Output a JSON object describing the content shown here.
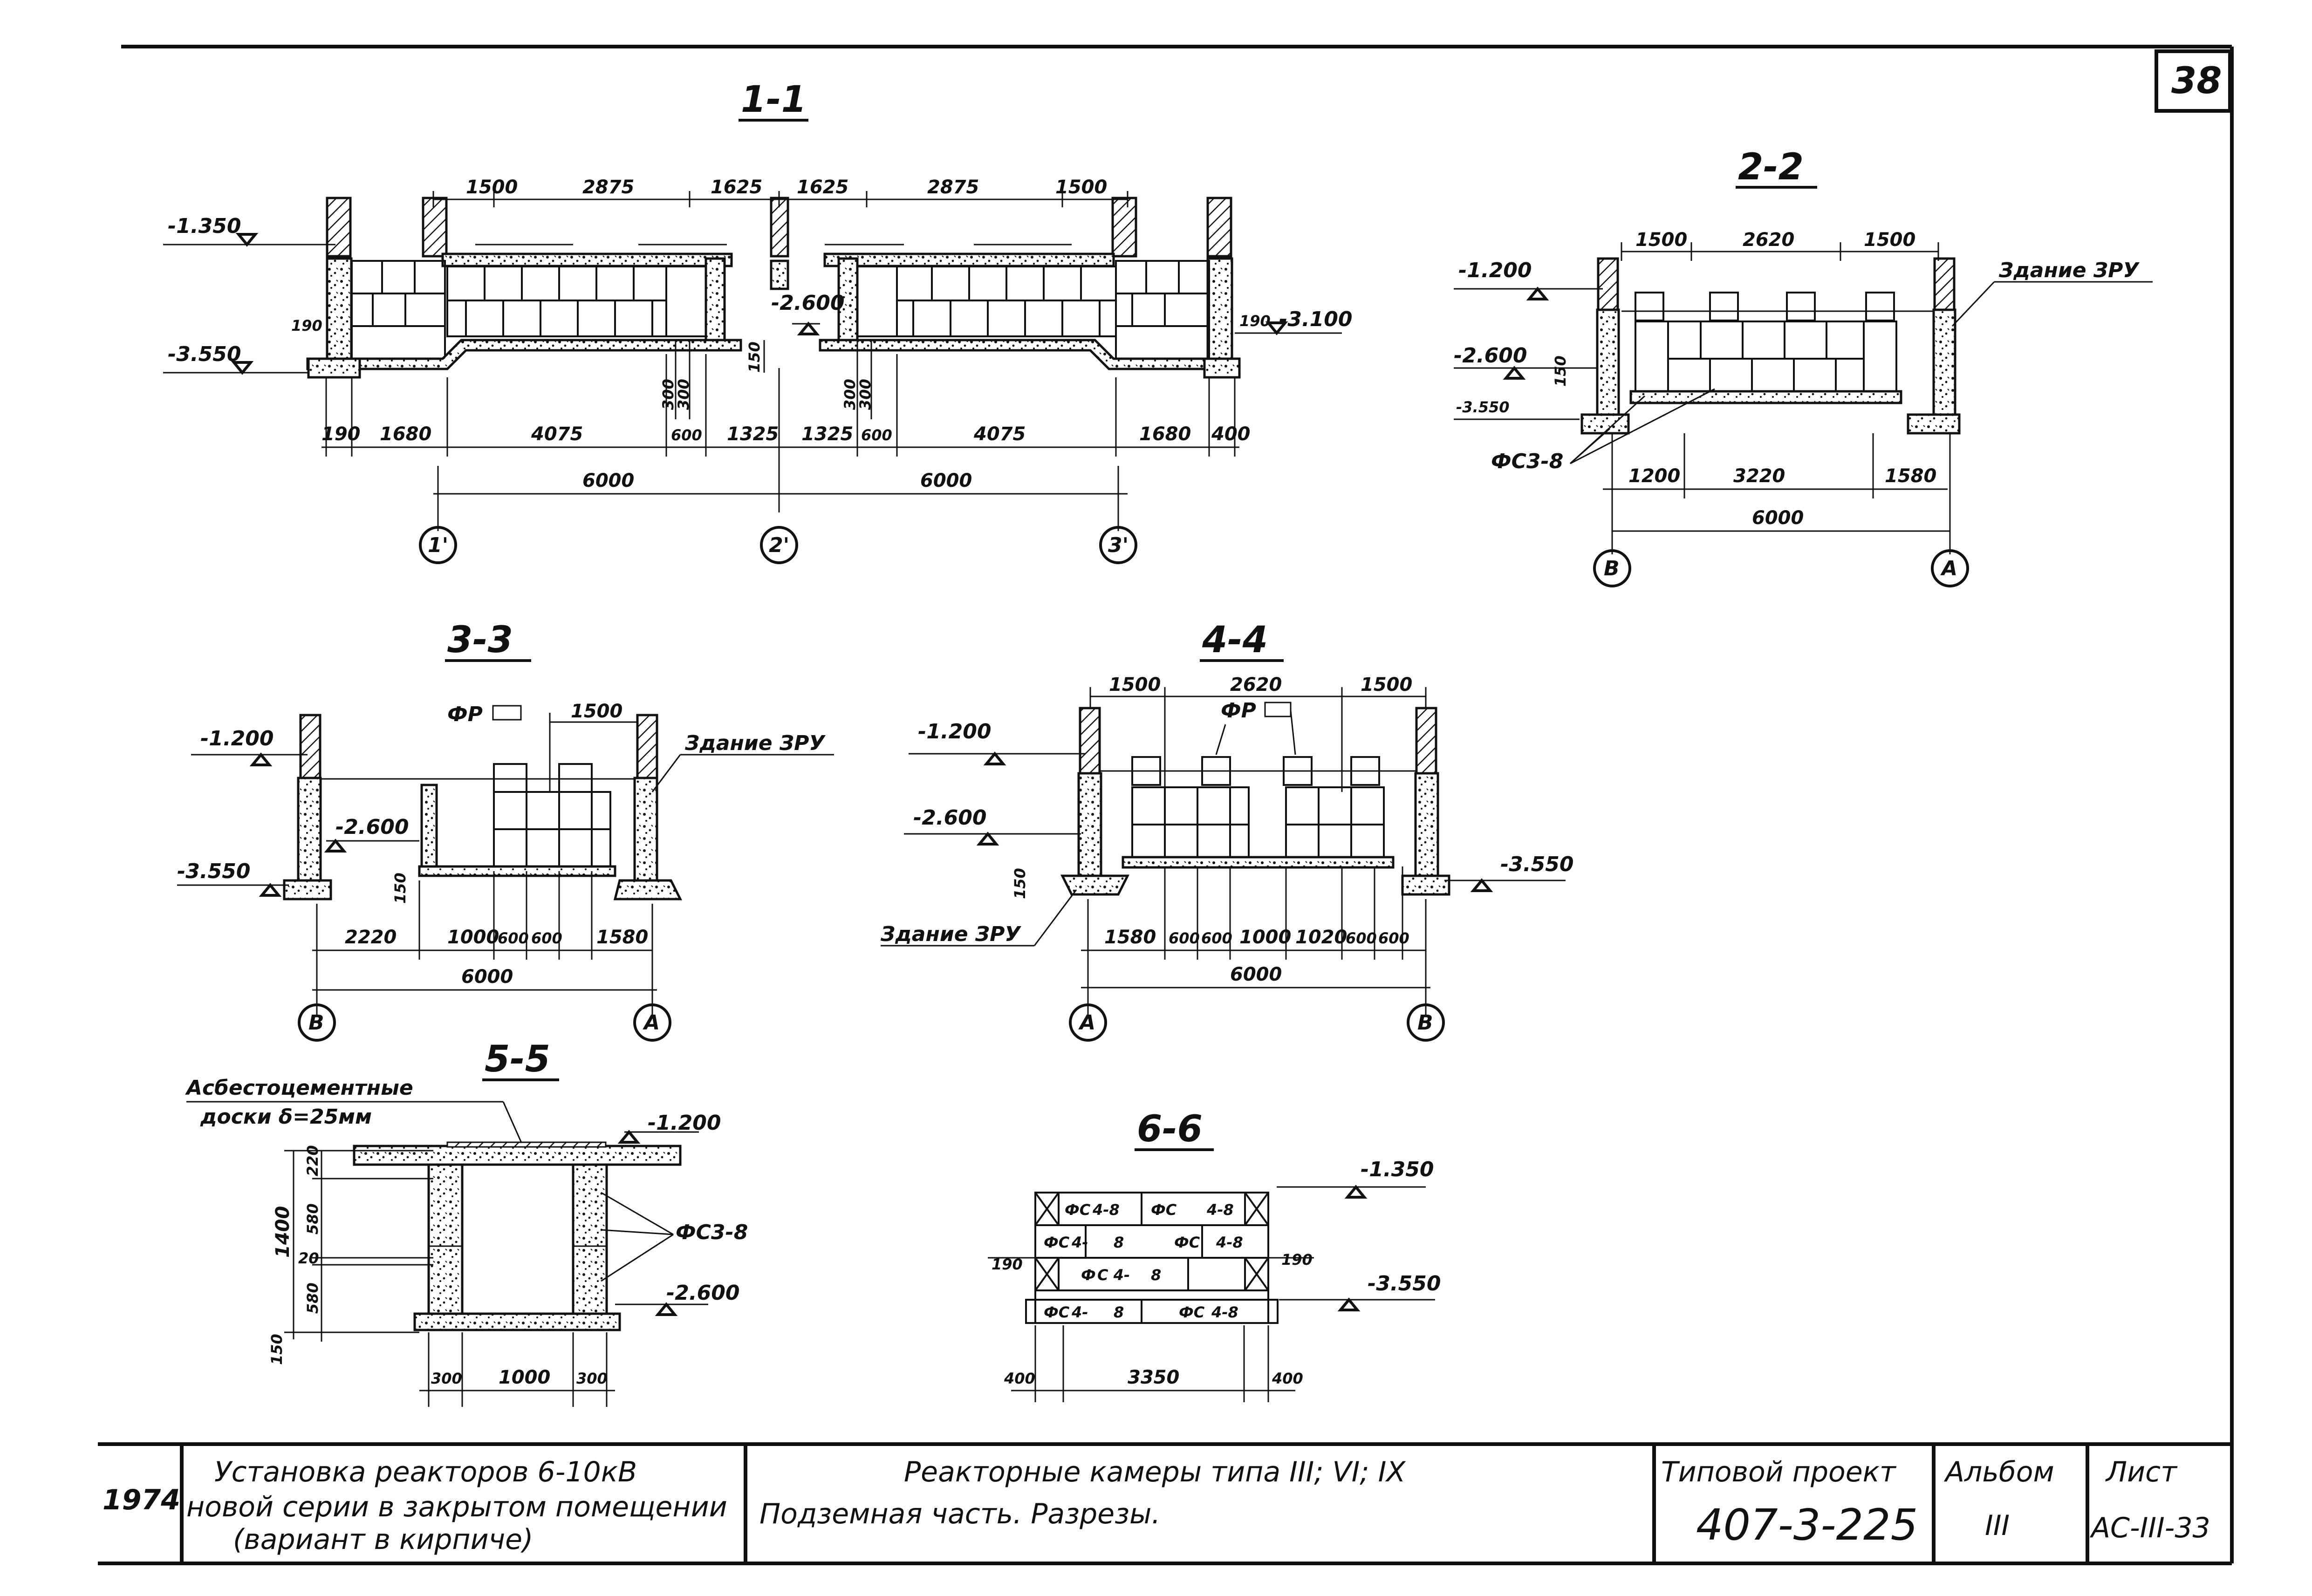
{
  "sheet": {
    "number": "38",
    "sections": {
      "s11": {
        "title": "1-1",
        "levels": [
          "-1.350",
          "-3.550",
          "-2.600",
          "-3.100"
        ],
        "top_dims": [
          "1500",
          "2875",
          "1625",
          "1625",
          "2875",
          "1500"
        ],
        "bottom_dims": [
          "190",
          "1680",
          "4075",
          "600",
          "1325",
          "1325",
          "600",
          "4075",
          "1680",
          "400"
        ],
        "total_dims": [
          "6000",
          "6000"
        ],
        "small_dims": [
          "190",
          "190",
          "300",
          "300",
          "150",
          "300",
          "300"
        ],
        "axes": [
          "1'",
          "2'",
          "3'"
        ]
      },
      "s22": {
        "title": "2-2",
        "levels": [
          "-1.200",
          "-2.600",
          "-3.550"
        ],
        "top_dims": [
          "1500",
          "2620",
          "1500"
        ],
        "bottom_dims": [
          "1200",
          "3220",
          "1580"
        ],
        "total": "6000",
        "small": "150",
        "block_label": "ФС3-8",
        "building_label": "Здание ЗРУ",
        "axes": [
          "В",
          "А"
        ]
      },
      "s33": {
        "title": "3-3",
        "levels": [
          "-1.200",
          "-2.600",
          "-3.550"
        ],
        "top_dims": [
          "1500"
        ],
        "bottom_dims": [
          "2220",
          "1000",
          "600",
          "600",
          "1580"
        ],
        "total": "6000",
        "small": "150",
        "fr_label": "ФР",
        "building_label": "Здание ЗРУ",
        "axes": [
          "В",
          "А"
        ]
      },
      "s44": {
        "title": "4-4",
        "levels": [
          "-1.200",
          "-2.600",
          "-3.550"
        ],
        "top_dims": [
          "1500",
          "2620",
          "1500"
        ],
        "bottom_dims": [
          "1580",
          "600",
          "600",
          "1000",
          "1020",
          "600",
          "600"
        ],
        "total": "6000",
        "small": "150",
        "fr_label": "ФР",
        "building_label": "Здание ЗРУ",
        "axes": [
          "А",
          "В"
        ]
      },
      "s55": {
        "title": "5-5",
        "note_line1": "Асбестоцементные",
        "note_line2": "доски δ=25мм",
        "levels": [
          "-1.200",
          "-2.600"
        ],
        "vert_dims": [
          "1400",
          "220",
          "580",
          "20",
          "580",
          "150"
        ],
        "bottom_dims": [
          "300",
          "1000",
          "300"
        ],
        "block_label": "ФС3-8"
      },
      "s66": {
        "title": "6-6",
        "levels": [
          "-1.350",
          "-3.550"
        ],
        "side_dims": [
          "190",
          "190"
        ],
        "bottom_dims": [
          "400",
          "3350",
          "400"
        ],
        "row1": [
          "ФС",
          "4-8",
          "ФС",
          "4-8"
        ],
        "row2": [
          "ФС",
          "4-",
          "8",
          "ФС",
          "4-8"
        ],
        "row3": [
          "Ф",
          "С 4-",
          "8"
        ],
        "row4": [
          "ФС",
          "4-",
          "8",
          "ФС",
          "4-8"
        ]
      }
    },
    "title_block": {
      "year": "1974",
      "work_line1": "Установка реакторов 6-10кВ",
      "work_line2": "новой серии в закрытом помещении",
      "work_line3": "(вариант в кирпиче)",
      "name_line1": "Реакторные камеры типа III; VI; IX",
      "name_line2": "Подземная часть. Разрезы.",
      "project_label": "Типовой проект",
      "project_number": "407-3-225",
      "album_label": "Альбом",
      "album_number": "III",
      "sheet_label": "Лист",
      "sheet_code": "АС-III-33"
    }
  }
}
